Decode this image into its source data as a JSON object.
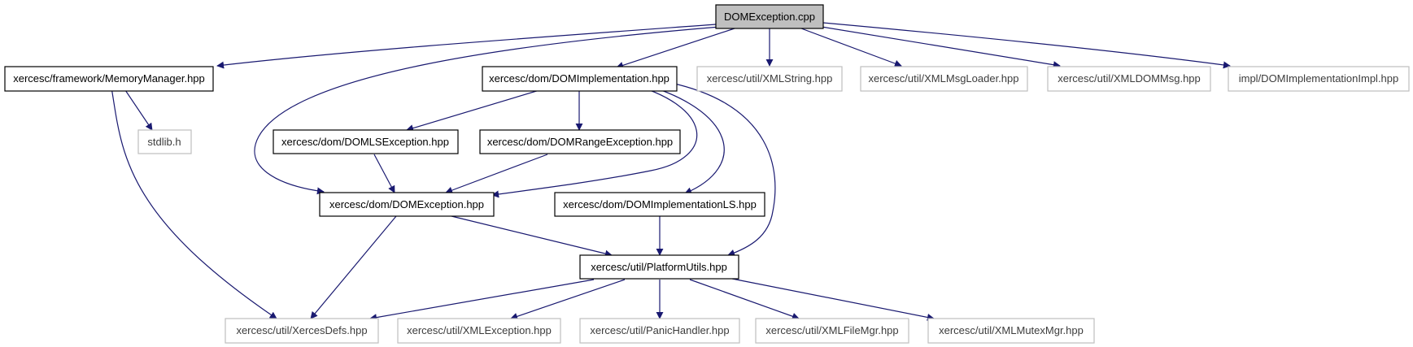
{
  "colors": {
    "edge": "#191970",
    "root_fill": "#bfbfbf",
    "external_border": "#bfbfbf",
    "primary_border": "#000000"
  },
  "nodes": {
    "root": {
      "label": "DOMException.cpp"
    },
    "memory_manager": {
      "label": "xercesc/framework/MemoryManager.hpp"
    },
    "dom_implementation": {
      "label": "xercesc/dom/DOMImplementation.hpp"
    },
    "xml_string": {
      "label": "xercesc/util/XMLString.hpp"
    },
    "xml_msg_loader": {
      "label": "xercesc/util/XMLMsgLoader.hpp"
    },
    "xml_dom_msg": {
      "label": "xercesc/util/XMLDOMMsg.hpp"
    },
    "dom_implementation_impl": {
      "label": "impl/DOMImplementationImpl.hpp"
    },
    "stdlib": {
      "label": "stdlib.h"
    },
    "dom_ls_exception": {
      "label": "xercesc/dom/DOMLSException.hpp"
    },
    "dom_range_exception": {
      "label": "xercesc/dom/DOMRangeException.hpp"
    },
    "dom_exception": {
      "label": "xercesc/dom/DOMException.hpp"
    },
    "dom_implementation_ls": {
      "label": "xercesc/dom/DOMImplementationLS.hpp"
    },
    "platform_utils": {
      "label": "xercesc/util/PlatformUtils.hpp"
    },
    "xerces_defs": {
      "label": "xercesc/util/XercesDefs.hpp"
    },
    "xml_exception": {
      "label": "xercesc/util/XMLException.hpp"
    },
    "panic_handler": {
      "label": "xercesc/util/PanicHandler.hpp"
    },
    "xml_file_mgr": {
      "label": "xercesc/util/XMLFileMgr.hpp"
    },
    "xml_mutex_mgr": {
      "label": "xercesc/util/XMLMutexMgr.hpp"
    }
  }
}
